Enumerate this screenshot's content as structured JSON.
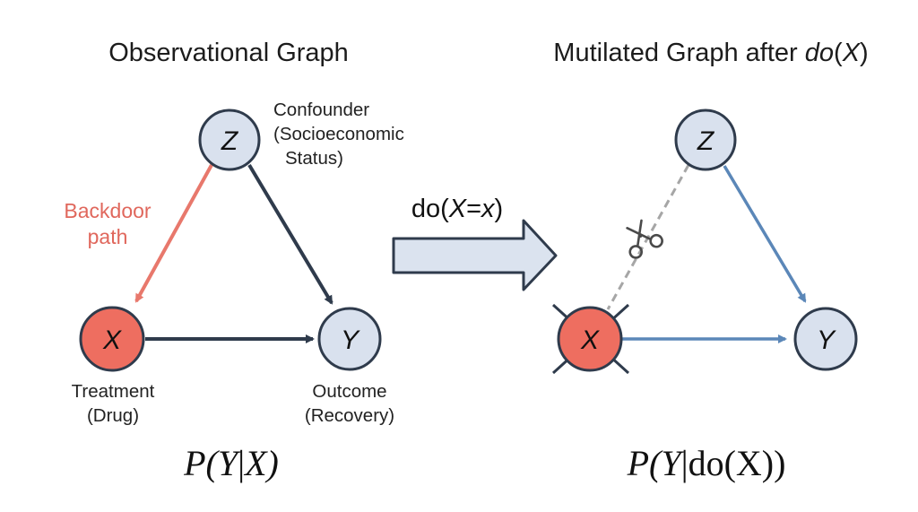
{
  "left": {
    "title": "Observational Graph",
    "nodes": {
      "z": "Z",
      "x": "X",
      "y": "Y"
    },
    "confounder_label": [
      "Confounder",
      "(Socioeconomic",
      "Status)"
    ],
    "backdoor_label": [
      "Backdoor",
      "path"
    ],
    "treatment_label": [
      "Treatment",
      "(Drug)"
    ],
    "outcome_label": [
      "Outcome",
      "(Recovery)"
    ],
    "formula": {
      "prefix": "P(Y",
      "bar": "|",
      "suffix": "X)"
    }
  },
  "middle": {
    "label": {
      "prefix": "do(",
      "var": "X",
      "eq": "=",
      "val": "x",
      "suffix": ")"
    }
  },
  "right": {
    "title": {
      "prefix": "Mutilated Graph after ",
      "op": "do",
      "open": "(",
      "var": "X",
      "close": ")"
    },
    "nodes": {
      "z": "Z",
      "x": "X",
      "y": "Y"
    },
    "formula": {
      "prefix": "P(Y",
      "bar": "|",
      "suffix": "do(X))"
    }
  },
  "colors": {
    "node_fill": "#d9e1ee",
    "node_stroke": "#2f3b4c",
    "treatment_fill": "#ee6e60",
    "dark_arrow": "#2f3b4c",
    "red_arrow": "#e8786c",
    "blue_arrow": "#5b87b8",
    "big_arrow_fill": "#dbe3ef",
    "cut_line": "#a6a6a6"
  }
}
